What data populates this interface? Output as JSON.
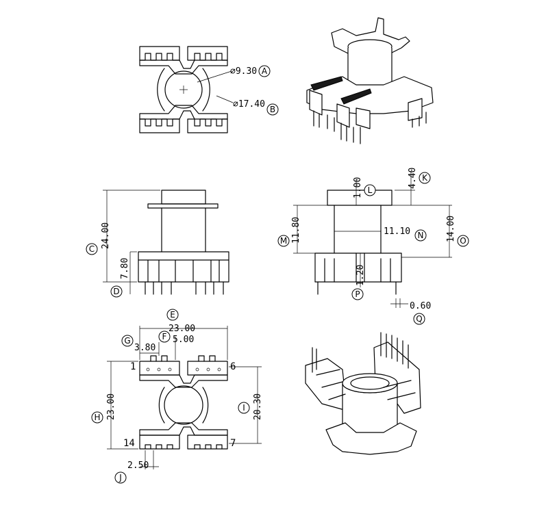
{
  "dimensions": {
    "A": "∅9.30",
    "B": "∅17.40",
    "C": "24.00",
    "D": "7.80",
    "K": "4.40",
    "L": "1.00",
    "M": "11.80",
    "N": "11.10",
    "O": "14.00",
    "P": "1.20",
    "Q": "0.60",
    "E": "23.00",
    "F": "5.00",
    "G": "3.80",
    "H": "23.00",
    "I": "20.30",
    "J": "2.50"
  },
  "callouts": [
    "A",
    "B",
    "C",
    "D",
    "K",
    "L",
    "M",
    "N",
    "O",
    "P",
    "Q",
    "E",
    "F",
    "G",
    "H",
    "I",
    "J"
  ],
  "pin_numbers": {
    "top_left": "1",
    "top_right": "6",
    "bottom_left": "14",
    "bottom_right": "7"
  }
}
